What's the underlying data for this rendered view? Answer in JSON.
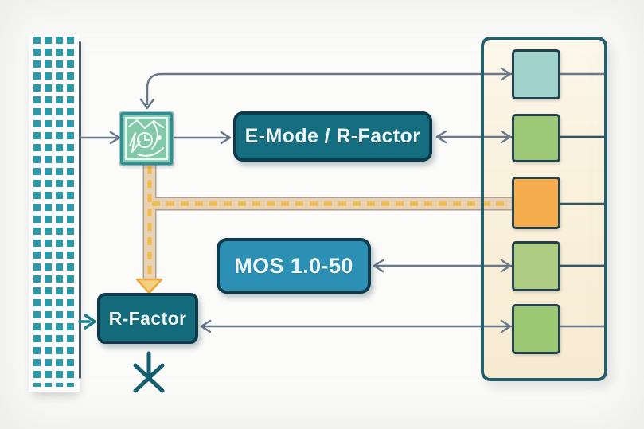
{
  "diagram_title": "",
  "strip": {
    "name": "dotted-input-strip",
    "dot_color": "#2b9aa8",
    "line_color": "#4f5d6b"
  },
  "map_icon": {
    "fill": "#83c9a7",
    "border": "#2f8f92",
    "art_color": "#f4fbf7"
  },
  "nodes": {
    "e_mode": {
      "label": "E-Mode / R-Factor",
      "fill": "#156e80",
      "border": "#0d3b4c",
      "text_color": "#eef6f6"
    },
    "mos": {
      "label": "MOS 1.0-50",
      "fill": "#2b90b3",
      "border": "#0d3b4c",
      "text_color": "#eef6f6"
    },
    "r_factor": {
      "label": "R-Factor",
      "fill": "#146b7b",
      "border": "#0d3b4c",
      "text_color": "#eef6f6"
    }
  },
  "panel": {
    "fill": "#faf1dd",
    "border": "#245e6b",
    "squares": [
      {
        "name": "teal-square",
        "color": "#9ed2ca"
      },
      {
        "name": "green-square",
        "color": "#9cc878"
      },
      {
        "name": "orange-square",
        "color": "#f6ad4e"
      },
      {
        "name": "light-green-square",
        "color": "#adcb81"
      },
      {
        "name": "green-square-2",
        "color": "#9cc873"
      }
    ]
  },
  "connectors": {
    "gray": "#68788a",
    "dark": "#2e5866",
    "teal_arrow": "#1d7c8c",
    "road_edge": "#a8a194",
    "road_fill": "#e9d2b4",
    "road_dash": "#f0bb4a",
    "road_arrow_fill": "#f7cf80",
    "road_arrow_stroke": "#e8a93f",
    "crowfoot": "#155e70"
  }
}
